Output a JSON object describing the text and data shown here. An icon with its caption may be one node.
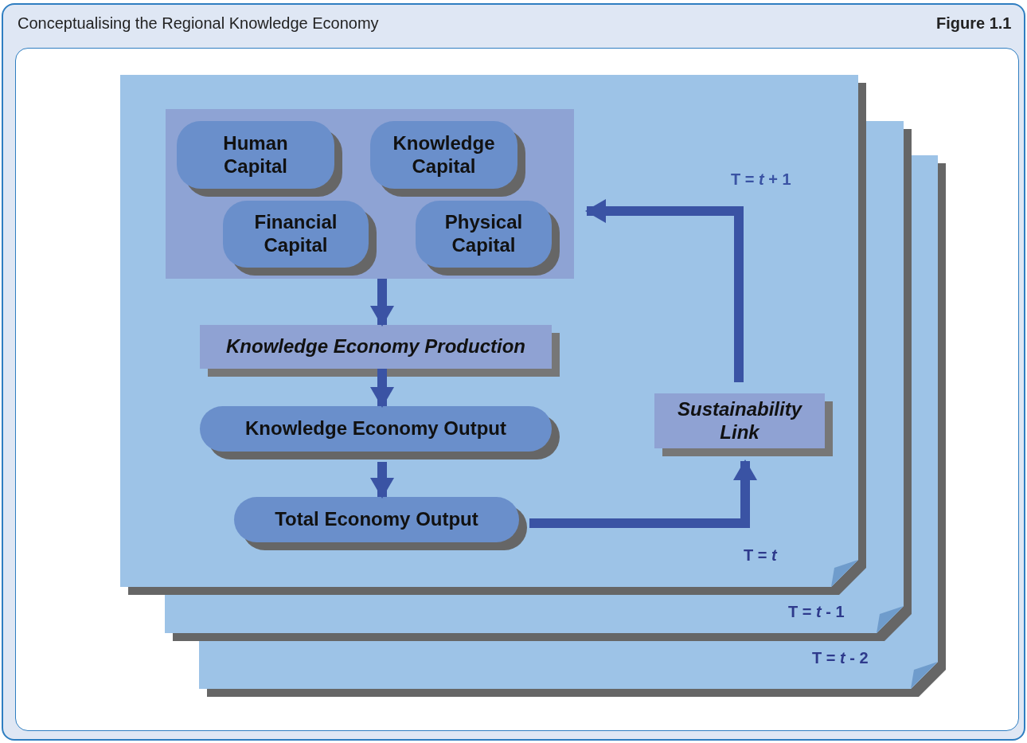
{
  "diagram": {
    "title": "Conceptualising the Regional Knowledge Economy",
    "nodes": [
      {
        "text": [
          "T = *t*"
        ]
      },
      {
        "text": [],
        "shape": "box",
        "in": 0
      },
      {
        "text": [
          "Human Capital"
        ],
        "in": 1
      },
      {
        "text": [
          "Knowledge Capital"
        ],
        "in": 1
      },
      {
        "text": [
          "Financial Capital"
        ],
        "in": 1
      },
      {
        "text": [
          "Physical Capital"
        ],
        "in": 1
      },
      {
        "text": [
          "Knowledge Economy Production"
        ],
        "in": 0
      },
      {
        "text": [
          "Knowledge Economy Output"
        ],
        "in": 0
      },
      {
        "text": [
          "Total Economy Output"
        ],
        "in": 0
      },
      {
        "text": [
          "Sustainability Link"
        ],
        "in": 0
      },
      {
        "text": [
          "T = *t* - 1"
        ]
      },
      {
        "text": [
          "T = *t* - 2"
        ]
      }
    ],
    "edges": [
      {
        "from": 1,
        "to": 6,
        "arrow": "to"
      },
      {
        "from": 6,
        "to": 7,
        "arrow": "to"
      },
      {
        "from": 7,
        "to": 8,
        "arrow": "to"
      },
      {
        "from": 8,
        "to": 9,
        "arrow": "to"
      },
      {
        "from": 9,
        "to": 1,
        "arrow": "to"
      }
    ],
    "labels": [
      "Figure 1.1",
      "T = *t* + 1"
    ]
  }
}
